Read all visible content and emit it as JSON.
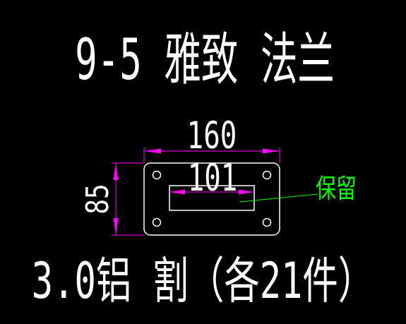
{
  "title": "9-5 雅致 法兰",
  "dimensions": {
    "outer_width": "160",
    "slot_width": "101",
    "outer_height": "85"
  },
  "callout": {
    "label": "保留"
  },
  "footer": "3.0铝 割（各21件）",
  "colors": {
    "background": "#000000",
    "text": "#ffffff",
    "dimension": "#ff00ff",
    "callout": "#00ff00",
    "outline": "#ffffff"
  }
}
